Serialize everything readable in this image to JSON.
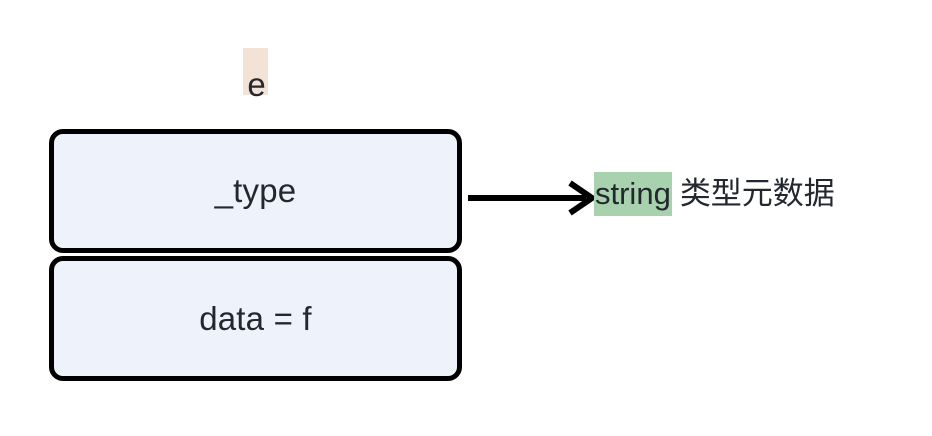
{
  "diagram": {
    "type": "struct-field-layout",
    "background_color": "#ffffff",
    "float_label": {
      "text": "e",
      "highlight_color": "#f3e2d6"
    },
    "struct": {
      "border_color": "#000000",
      "fill_color": "#eef2fb",
      "fields": [
        {
          "label": "_type"
        },
        {
          "label": "data = f"
        }
      ]
    },
    "annotation": {
      "code": "string",
      "code_highlight_color": "#a7d2ad",
      "description": "类型元数据",
      "arrow": "arrow-right"
    }
  }
}
